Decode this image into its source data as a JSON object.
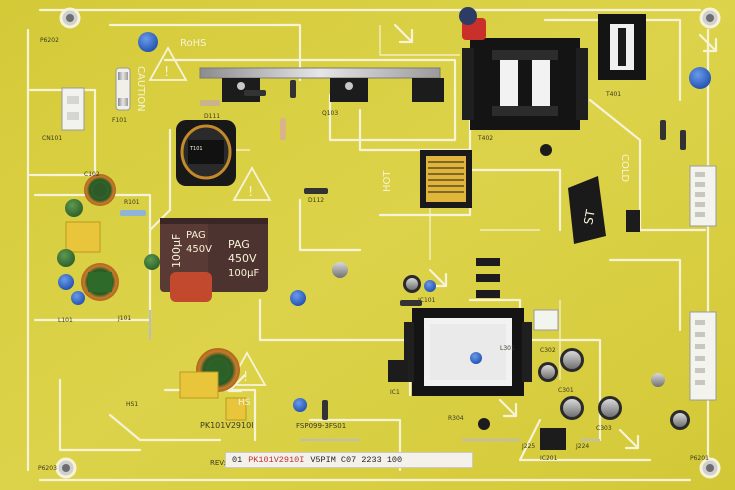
{
  "board": {
    "part_number": "PK101V2910I",
    "model_code": "FSP099-3FS01",
    "rohs": "RoHS",
    "hot_label": "HOT",
    "cold_label": "COLD",
    "caution_label": "CAUTION",
    "revision": "REV:1",
    "hs_label": "HS"
  },
  "sticker": {
    "prefix": "01",
    "code_red": "PK101V2910I",
    "suffix": "V5PIM C07 2233 100"
  },
  "components": {
    "big_cap_rating": "100µF",
    "big_cap_voltage": "450V",
    "big_cap_brand": "PAG",
    "ref_labels": [
      "P6202",
      "P6203",
      "P6201",
      "T401",
      "T402",
      "Q103",
      "D111",
      "D112",
      "C102",
      "L101",
      "J101",
      "F101",
      "R101",
      "CN101",
      "IC1",
      "IC101",
      "IC201",
      "C301",
      "C302",
      "C303",
      "L301",
      "R304",
      "J224",
      "J225",
      "HS1"
    ]
  },
  "colors": {
    "board": "#d9cf3f",
    "silkscreen": "#f6f3d8",
    "capacitor_blue": "#2d63c8",
    "capacitor_dark": "#3b2a2a",
    "transformer_black": "#1a1a1a"
  }
}
